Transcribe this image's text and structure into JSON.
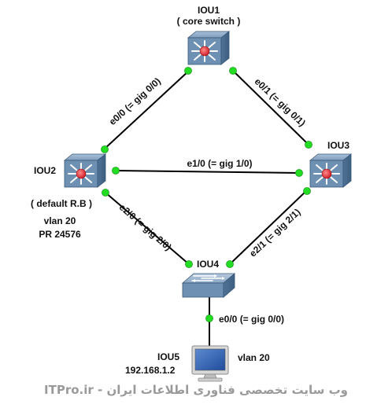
{
  "colors": {
    "link": "#000000",
    "port_dot": "#22dd22",
    "router_body": "#5f84a8",
    "router_body_light": "#86a5c4",
    "router_red": "#e8323a",
    "watermark": "#9a9a9a"
  },
  "nodes": {
    "iou1": {
      "name": "IOU1",
      "subtitle": "( core switch )",
      "icon": "multilayer-switch-icon"
    },
    "iou2": {
      "name": "IOU2",
      "subtitle": "( default R.B )",
      "extra1": "vlan 20",
      "extra2": "PR 24576",
      "icon": "multilayer-switch-icon"
    },
    "iou3": {
      "name": "IOU3",
      "icon": "multilayer-switch-icon"
    },
    "iou4": {
      "name": "IOU4",
      "icon": "layer2-switch-icon"
    },
    "iou5": {
      "name": "IOU5",
      "ip": "192.168.1.2",
      "vlan": "vlan 20",
      "icon": "pc-monitor-icon"
    }
  },
  "links": {
    "iou2_iou1": {
      "label": "e0/0 (= gig 0/0)"
    },
    "iou1_iou3": {
      "label": "e0/1 (= gig 0/1)"
    },
    "iou2_iou3": {
      "label": "e1/0 (= gig 1/0)"
    },
    "iou2_iou4": {
      "label": "e2/0 (= gig 2/0)"
    },
    "iou4_iou3": {
      "label": "e2/1 (= gig 2/1)"
    },
    "iou4_iou5": {
      "label": "e0/0 (= gig 0/0)"
    }
  },
  "watermark": {
    "text": "ITPro.ir - وب سایت تخصصی فناوری اطلاعات ایران"
  }
}
